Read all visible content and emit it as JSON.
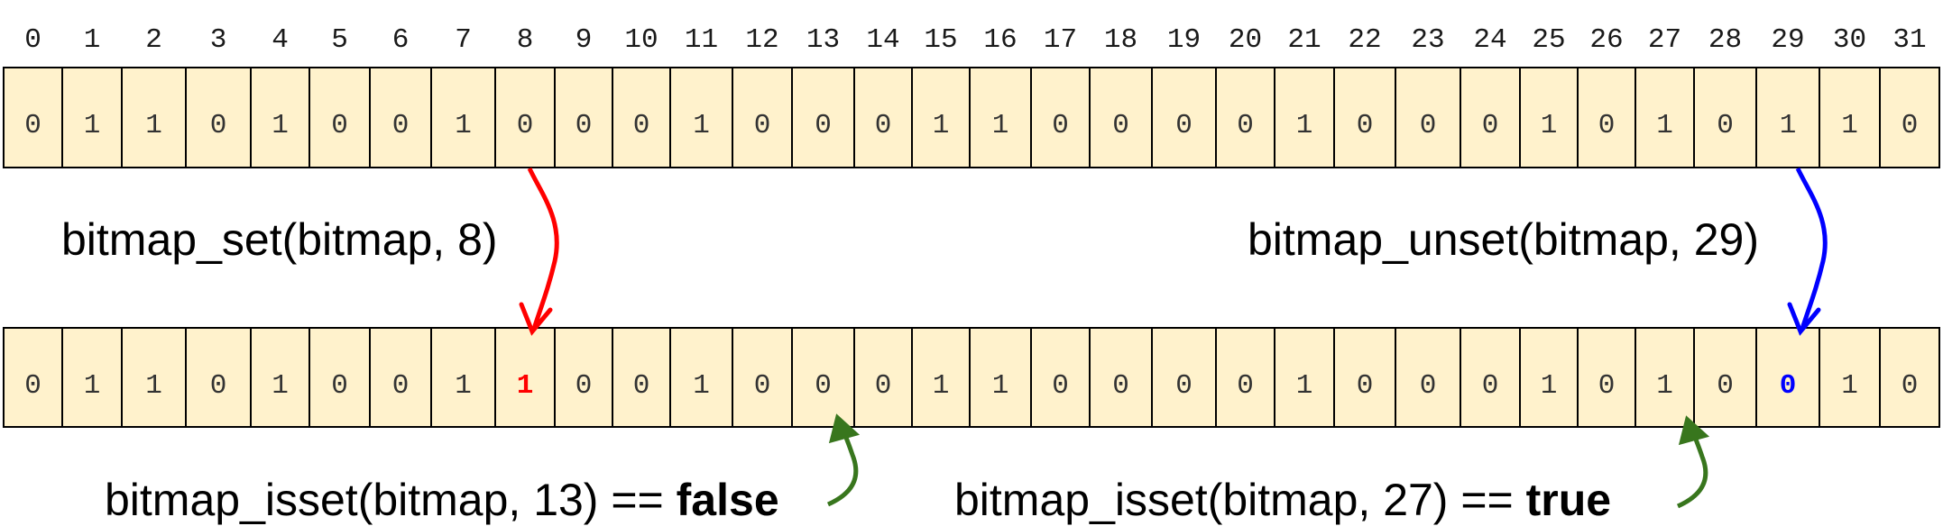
{
  "indices": [
    "0",
    "1",
    "2",
    "3",
    "4",
    "5",
    "6",
    "7",
    "8",
    "9",
    "10",
    "11",
    "12",
    "13",
    "14",
    "15",
    "16",
    "17",
    "18",
    "19",
    "20",
    "21",
    "22",
    "23",
    "24",
    "25",
    "26",
    "27",
    "28",
    "29",
    "30",
    "31"
  ],
  "before_bits": [
    "0",
    "1",
    "1",
    "0",
    "1",
    "0",
    "0",
    "1",
    "0",
    "0",
    "0",
    "1",
    "0",
    "0",
    "0",
    "1",
    "1",
    "0",
    "0",
    "0",
    "0",
    "1",
    "0",
    "0",
    "0",
    "1",
    "0",
    "1",
    "0",
    "1",
    "1",
    "0"
  ],
  "after_bits": [
    "0",
    "1",
    "1",
    "0",
    "1",
    "0",
    "0",
    "1",
    "1",
    "0",
    "0",
    "1",
    "0",
    "0",
    "0",
    "1",
    "1",
    "0",
    "0",
    "0",
    "0",
    "1",
    "0",
    "0",
    "0",
    "1",
    "0",
    "1",
    "0",
    "0",
    "1",
    "0"
  ],
  "highlight": {
    "set_index": 8,
    "unset_index": 29
  },
  "labels": {
    "set_call": "bitmap_set(bitmap, 8)",
    "unset_call": "bitmap_unset(bitmap, 29)",
    "isset13_call": "bitmap_isset(bitmap, 13) == ",
    "isset13_result": "false",
    "isset27_call": "bitmap_isset(bitmap, 27) == ",
    "isset27_result": "true"
  },
  "colors": {
    "cell_fill": "#fff2cc",
    "set_color": "#ff0000",
    "unset_color": "#0000ff",
    "isset_color": "#38761d"
  }
}
